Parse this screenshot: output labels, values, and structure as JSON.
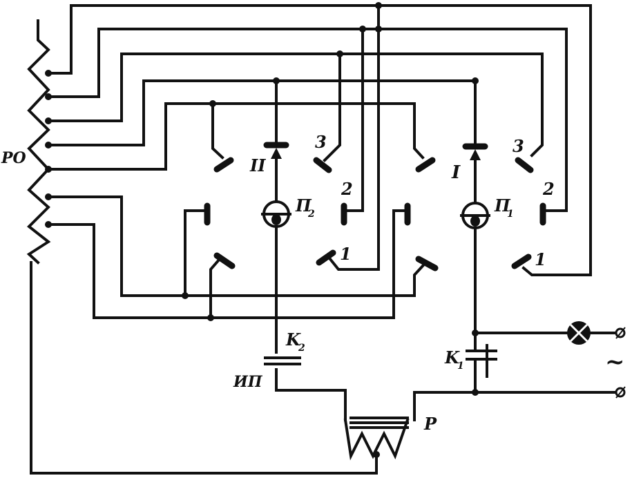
{
  "diagram": {
    "labels": {
      "ro": "РО",
      "rect_2": "II",
      "rect_1": "I",
      "p2": "П",
      "p2_sub": "2",
      "p1": "П",
      "p1_sub": "1",
      "k2": "K",
      "k2_sub": "2",
      "k1": "K",
      "k1_sub": "1",
      "ip": "ИП",
      "r": "Р",
      "ac": "~",
      "left_pos3": "3",
      "left_pos2": "2",
      "left_pos1": "1",
      "right_pos3": "3",
      "right_pos2": "2",
      "right_pos1": "1"
    }
  }
}
